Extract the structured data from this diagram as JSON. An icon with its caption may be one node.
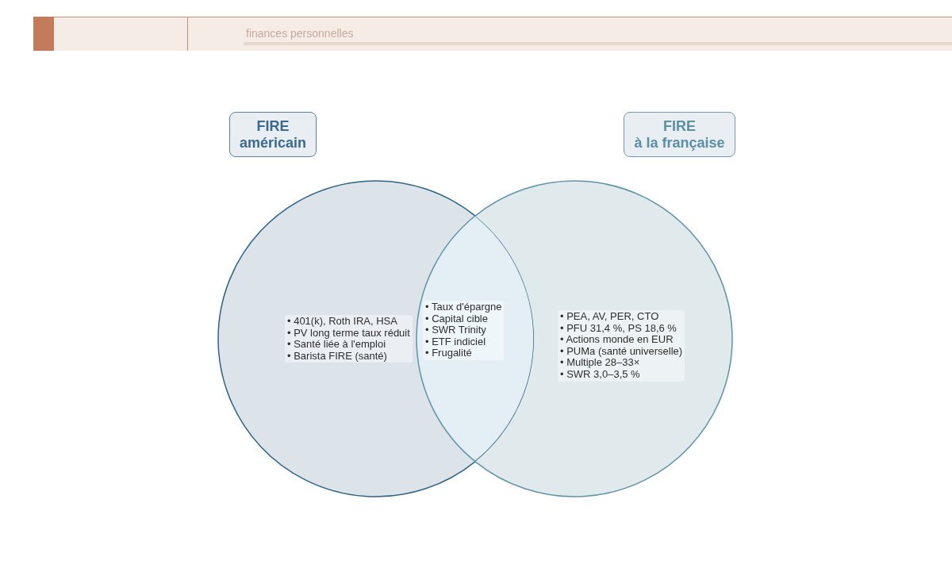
{
  "diagram": {
    "nodes": [
      {
        "text": [
          "FIRE",
          "américain"
        ]
      },
      {
        "text": [
          "FIRE",
          "à la française"
        ]
      },
      {
        "text": [
          "• 401(k), Roth IRA, HSA",
          "• PV long terme taux réduit",
          "• Santé liée à l'emploi",
          "• Barista FIRE (santé)"
        ]
      },
      {
        "text": [
          "• Taux d'épargne",
          "• Capital cible",
          "• SWR Trinity",
          "• ETF indiciel",
          "• Frugalité"
        ]
      },
      {
        "text": [
          "• PEA, AV, PER, CTO",
          "• PFU 31,4 %, PS 18,6 %",
          "• Actions monde en EUR",
          "• PUMa (santé universelle)",
          "• Multiple 28–33×",
          "• SWR 3,0–3,5 %"
        ]
      }
    ],
    "labels": [
      "finances personnelles"
    ]
  }
}
